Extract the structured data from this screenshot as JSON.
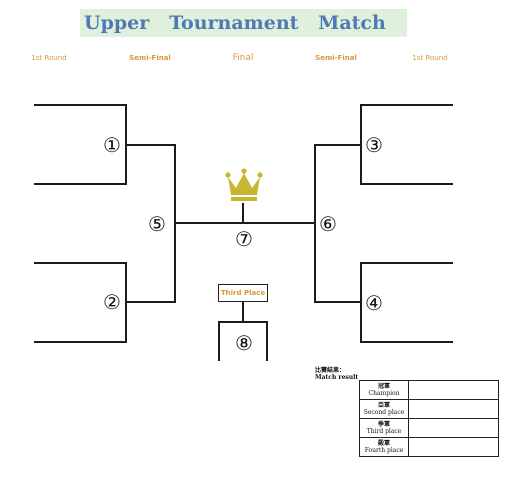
{
  "title": "Upper   Tournament   Match",
  "rounds": {
    "left_first": "1st Round",
    "left_semi": "Semi-Final",
    "final": "Final",
    "right_semi": "Semi-Final",
    "right_first": "1st Round"
  },
  "match_numbers": {
    "m1": "①",
    "m2": "②",
    "m3": "③",
    "m4": "④",
    "m5": "⑤",
    "m6": "⑥",
    "m7": "⑦",
    "m8": "⑧"
  },
  "third_place_label": "Third Place",
  "crown_color": "#c8b72e",
  "accent_color": "#d89a3a",
  "title_color": "#4f79b4",
  "title_bg": "#dff0dc",
  "results": {
    "heading_cjk": "比賽結果：",
    "heading_en": "Match result",
    "rows": [
      {
        "cjk": "冠軍",
        "en": "Champion",
        "value": ""
      },
      {
        "cjk": "亞軍",
        "en": "Second place",
        "value": ""
      },
      {
        "cjk": "季軍",
        "en": "Third place",
        "value": ""
      },
      {
        "cjk": "殿軍",
        "en": "Fourth place",
        "value": ""
      }
    ]
  }
}
